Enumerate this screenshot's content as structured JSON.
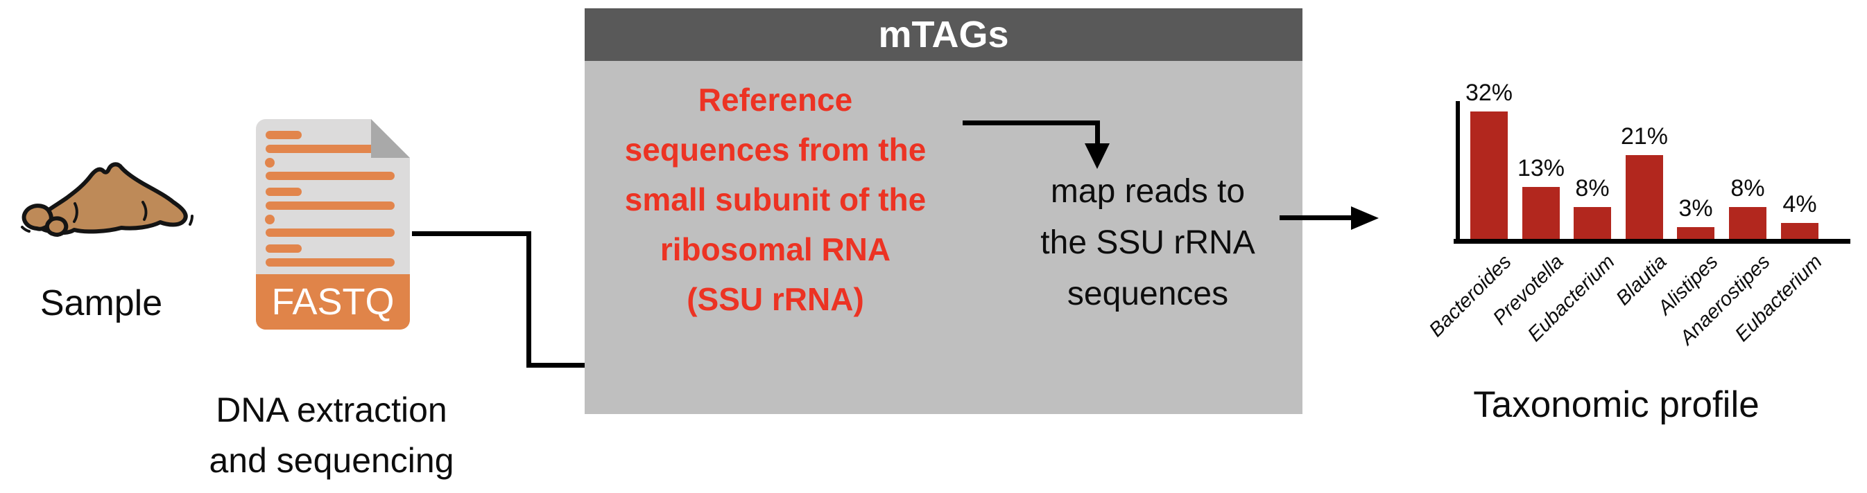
{
  "sample": {
    "label": "Sample"
  },
  "fastq": {
    "file_type_label": "FASTQ",
    "caption_lines": [
      "DNA extraction",
      "and sequencing"
    ]
  },
  "mtags_box": {
    "header_label": "mTAGs",
    "reference_text_lines": [
      "Reference",
      "sequences from the",
      "small subunit of the",
      "ribosomal RNA",
      "(SSU rRNA)"
    ],
    "map_text_lines": [
      "map reads to",
      "the SSU rRNA",
      "sequences"
    ]
  },
  "chart_caption": "Taxonomic profile",
  "chart_data": {
    "type": "bar",
    "title": "Taxonomic profile",
    "categories": [
      "Bacteroides",
      "Prevotella",
      "Eubacterium",
      "Blautia",
      "Alistipes",
      "Anaerostipes",
      "Eubacterium"
    ],
    "values": [
      32,
      13,
      8,
      21,
      3,
      8,
      4
    ],
    "value_labels": [
      "32%",
      "13%",
      "8%",
      "21%",
      "3%",
      "8%",
      "4%"
    ],
    "xlabel": "",
    "ylabel": "",
    "ylim": [
      0,
      35
    ],
    "grid": false,
    "legend": false,
    "bar_color": "#B2271E",
    "axis_color": "#000000",
    "category_label_style": "italic, rotated 45 degrees"
  },
  "colors": {
    "background": "#FFFFFF",
    "box_header_gray": "#595959",
    "box_body_gray": "#BFBFBF",
    "reference_text_red": "#EC3323",
    "bar_red": "#B2271E",
    "document_gray": "#DCDBDB",
    "fold_gray": "#A9A9A9",
    "fastq_orange": "#E08449",
    "fastq_line_orange": "#E2854C",
    "soil_brown": "#BE8A58",
    "connector_black": "#000000",
    "text_black": "#0D0D0D"
  }
}
